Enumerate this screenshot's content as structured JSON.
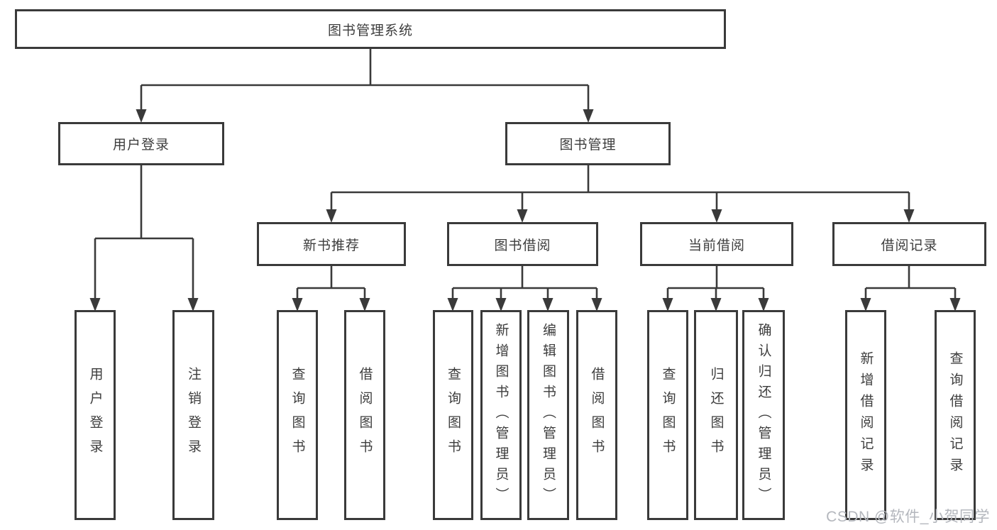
{
  "colors": {
    "line": "#3a3a3a",
    "node_text": "#3d3d3d",
    "watermark_text": "#b4b7bd",
    "background": "#ffffff"
  },
  "watermark": "CSDN @软件_小贺同学",
  "hierarchy": {
    "root": {
      "label": "图书管理系统",
      "children": [
        {
          "label": "用户登录",
          "children": [
            {
              "label": "用户登录"
            },
            {
              "label": "注销登录"
            }
          ]
        },
        {
          "label": "图书管理",
          "children": [
            {
              "label": "新书推荐",
              "children": [
                {
                  "label": "查询图书"
                },
                {
                  "label": "借阅图书"
                }
              ]
            },
            {
              "label": "图书借阅",
              "children": [
                {
                  "label": "查询图书"
                },
                {
                  "label": "新增图书（管理员）"
                },
                {
                  "label": "编辑图书（管理员）"
                },
                {
                  "label": "借阅图书"
                }
              ]
            },
            {
              "label": "当前借阅",
              "children": [
                {
                  "label": "查询图书"
                },
                {
                  "label": "归还图书"
                },
                {
                  "label": "确认归还（管理员）"
                }
              ]
            },
            {
              "label": "借阅记录",
              "children": [
                {
                  "label": "新增借阅记录"
                },
                {
                  "label": "查询借阅记录"
                }
              ]
            }
          ]
        }
      ]
    }
  }
}
